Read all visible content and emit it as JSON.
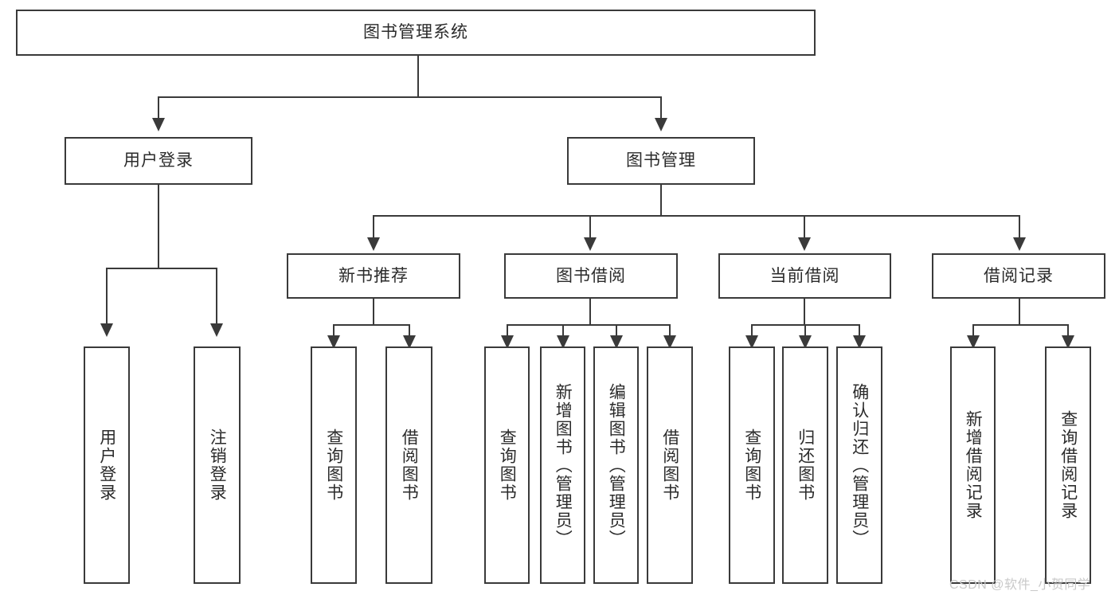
{
  "diagram": {
    "type": "tree-hierarchy",
    "title": "图书管理系统",
    "watermark": "CSDN @软件_小贺同学",
    "colors": {
      "stroke": "#3a3a3a",
      "fill": "#ffffff",
      "text": "#2b2b2b",
      "watermark": "#c9c9c9"
    },
    "root": {
      "label": "图书管理系统"
    },
    "level2": [
      {
        "label": "用户登录"
      },
      {
        "label": "图书管理"
      }
    ],
    "level3": [
      {
        "label": "新书推荐"
      },
      {
        "label": "图书借阅"
      },
      {
        "label": "当前借阅"
      },
      {
        "label": "借阅记录"
      }
    ],
    "leaves": {
      "user_login": [
        {
          "label": "用户登录"
        },
        {
          "label": "注销登录"
        }
      ],
      "new_book_recommend": [
        {
          "label": "查询图书"
        },
        {
          "label": "借阅图书"
        }
      ],
      "book_borrow": [
        {
          "label": "查询图书"
        },
        {
          "label": "新增图书（管理员）"
        },
        {
          "label": "编辑图书（管理员）"
        },
        {
          "label": "借阅图书"
        }
      ],
      "current_borrow": [
        {
          "label": "查询图书"
        },
        {
          "label": "归还图书"
        },
        {
          "label": "确认归还（管理员）"
        }
      ],
      "borrow_record": [
        {
          "label": "新增借阅记录"
        },
        {
          "label": "查询借阅记录"
        }
      ]
    }
  }
}
